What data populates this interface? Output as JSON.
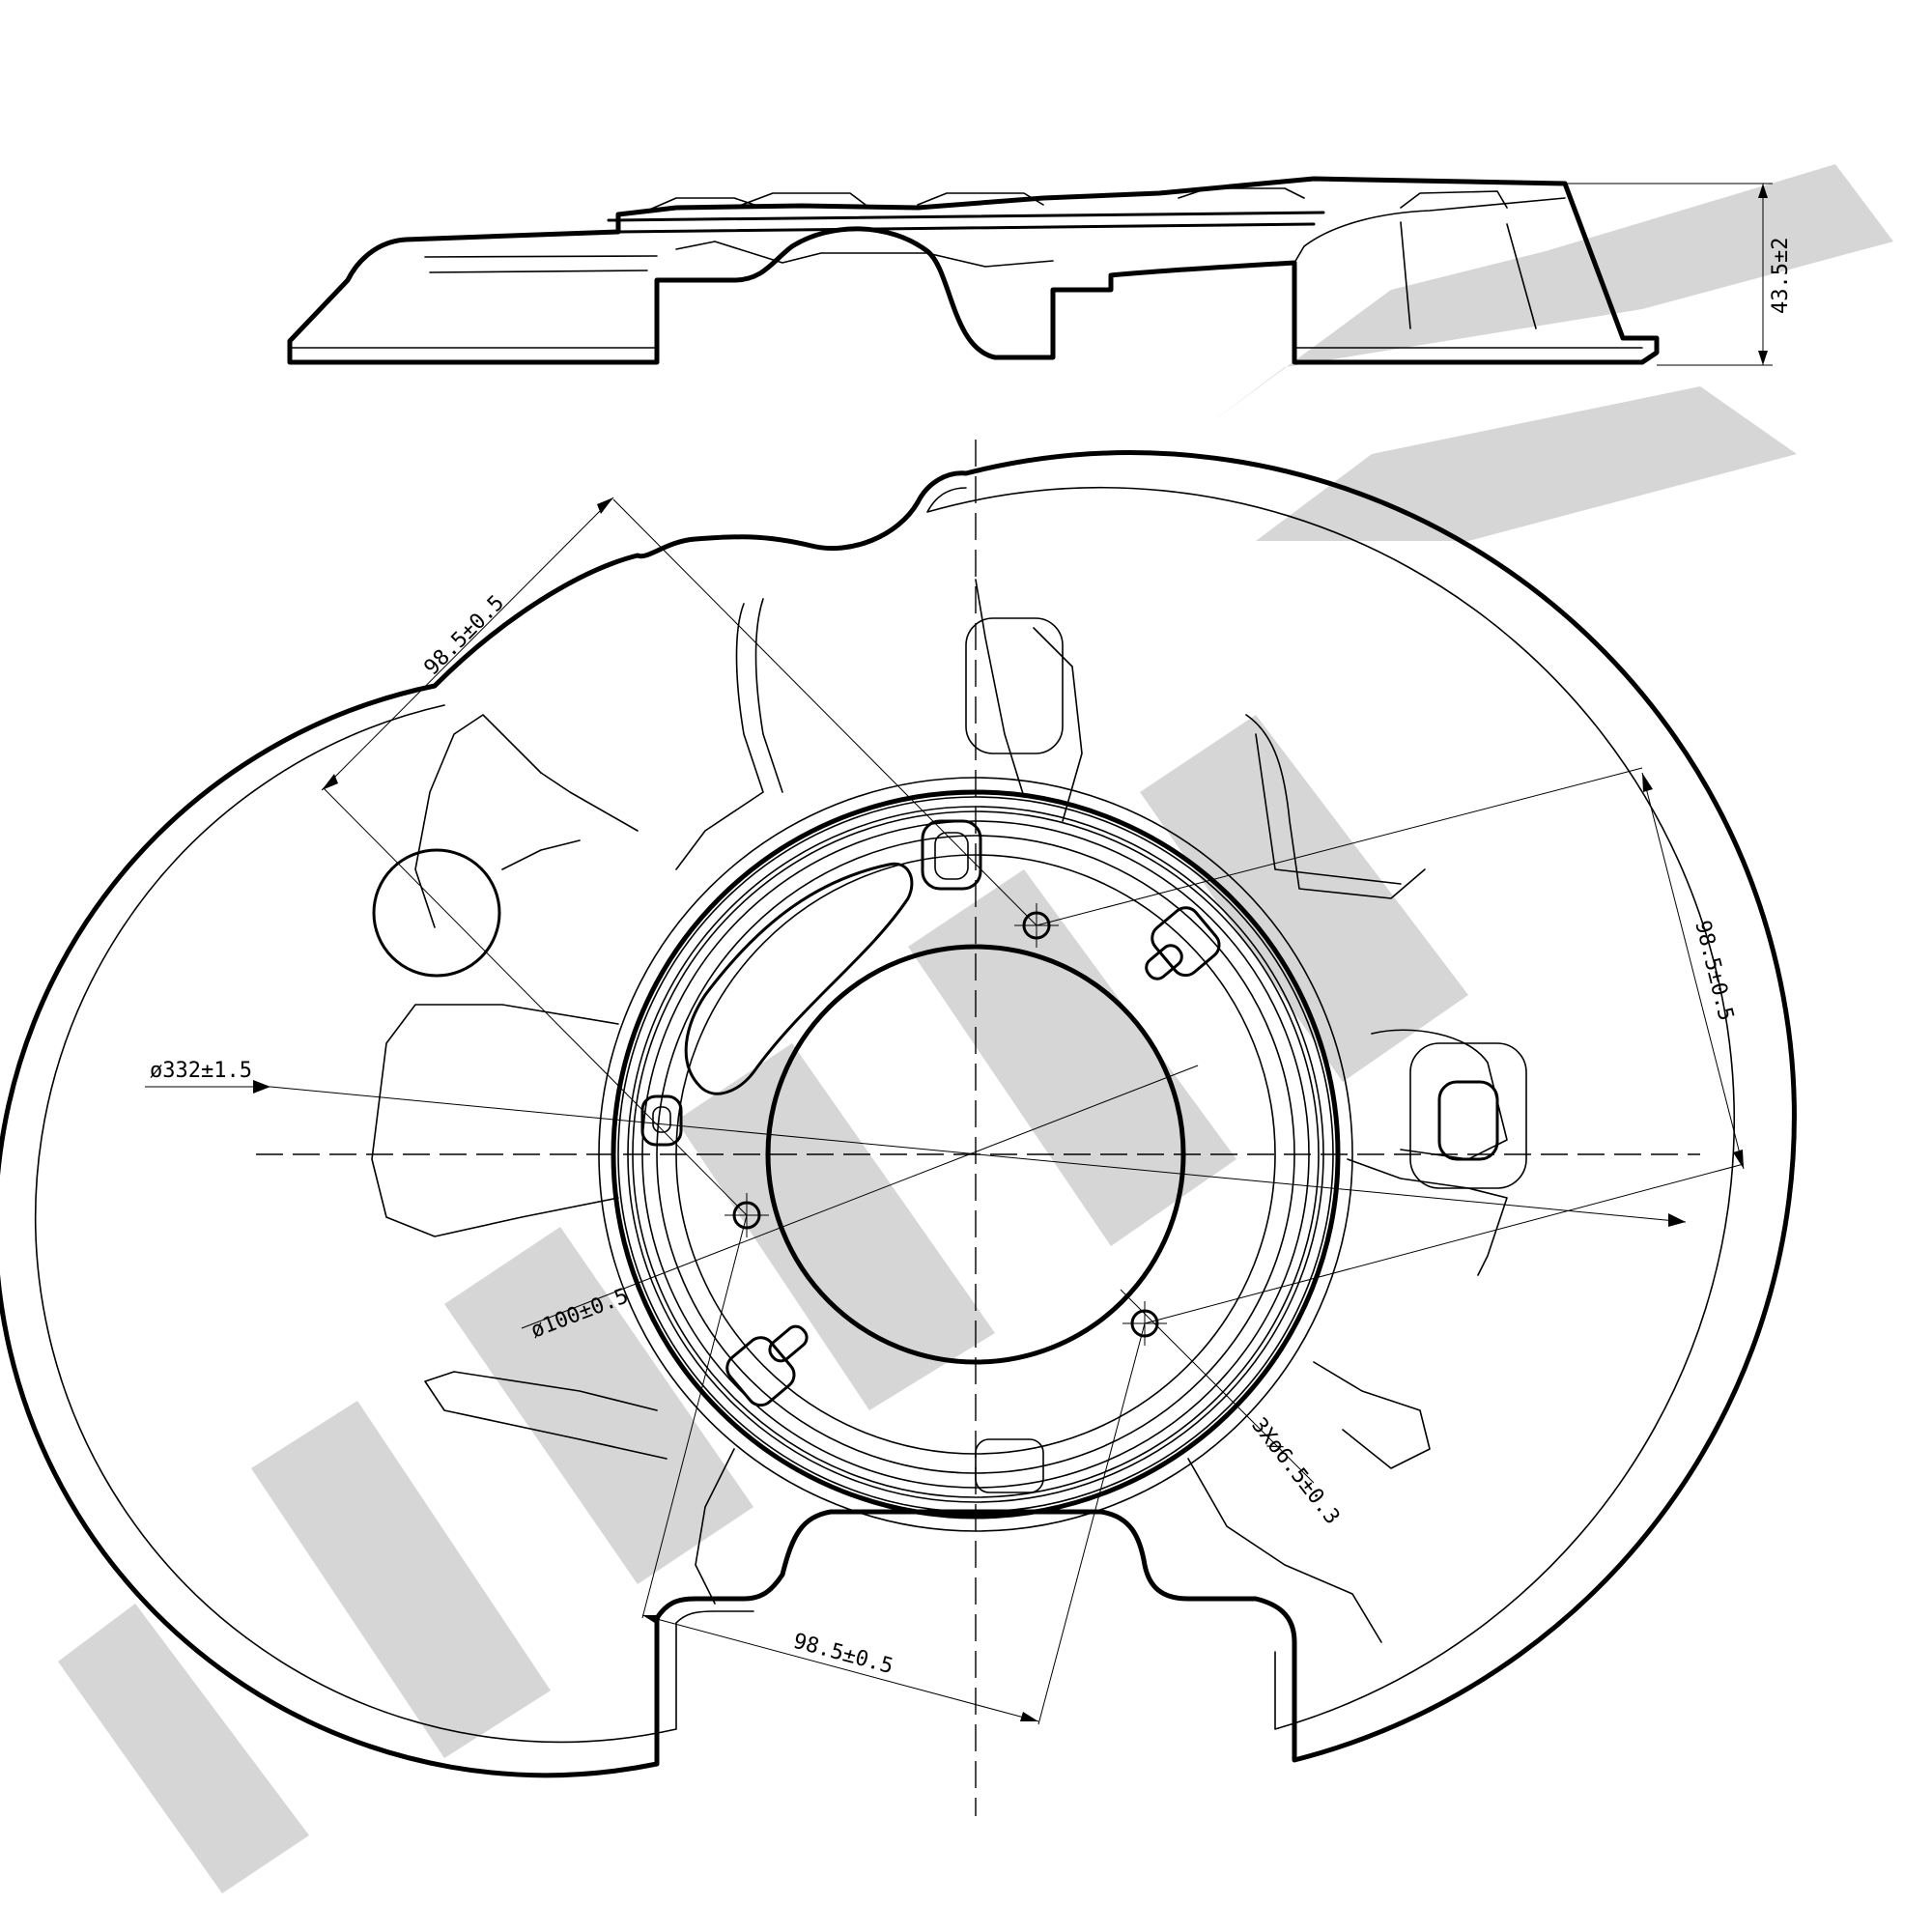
{
  "drawing": {
    "watermark_color": "#d6d6d6",
    "line_color": "#000000",
    "dimensions": {
      "height": "43.5±2",
      "diameter_outer": "ø332±1.5",
      "diameter_center": "ø100±0.5",
      "spacing_top_left": "98.5±0.5",
      "spacing_right": "98.5±0.5",
      "spacing_bottom": "98.5±0.5",
      "holes": "3Xø6.5±0.3"
    }
  }
}
